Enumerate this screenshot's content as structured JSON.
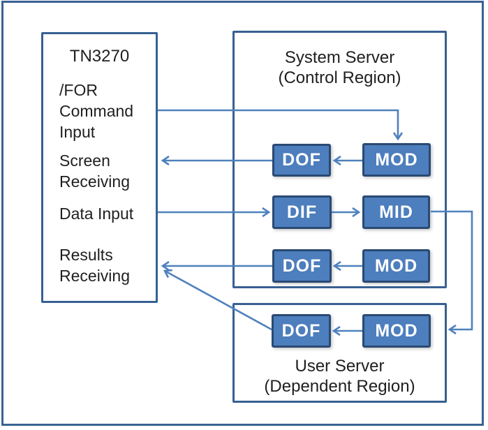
{
  "colors": {
    "accent": "#4f81bd",
    "box_fill": "#4d7ebd",
    "box_border": "#2a4a73",
    "container_border": "#376092",
    "frame_border": "#3a6293",
    "text": "#1f1f1f",
    "box_label_text": "#ffffff"
  },
  "client": {
    "title": "TN3270",
    "labels": {
      "for_command": "/FOR\nCommand\nInput",
      "screen": "Screen\nReceiving",
      "data_input": "Data Input",
      "results": "Results\nReceiving"
    }
  },
  "system_server": {
    "title": "System Server\n(Control Region)",
    "boxes": {
      "dof1": "DOF",
      "mod1": "MOD",
      "dif": "DIF",
      "mid": "MID",
      "dof2": "DOF",
      "mod2": "MOD"
    }
  },
  "user_server": {
    "title": "User Server\n(Dependent Region)",
    "boxes": {
      "dof": "DOF",
      "mod": "MOD"
    }
  }
}
